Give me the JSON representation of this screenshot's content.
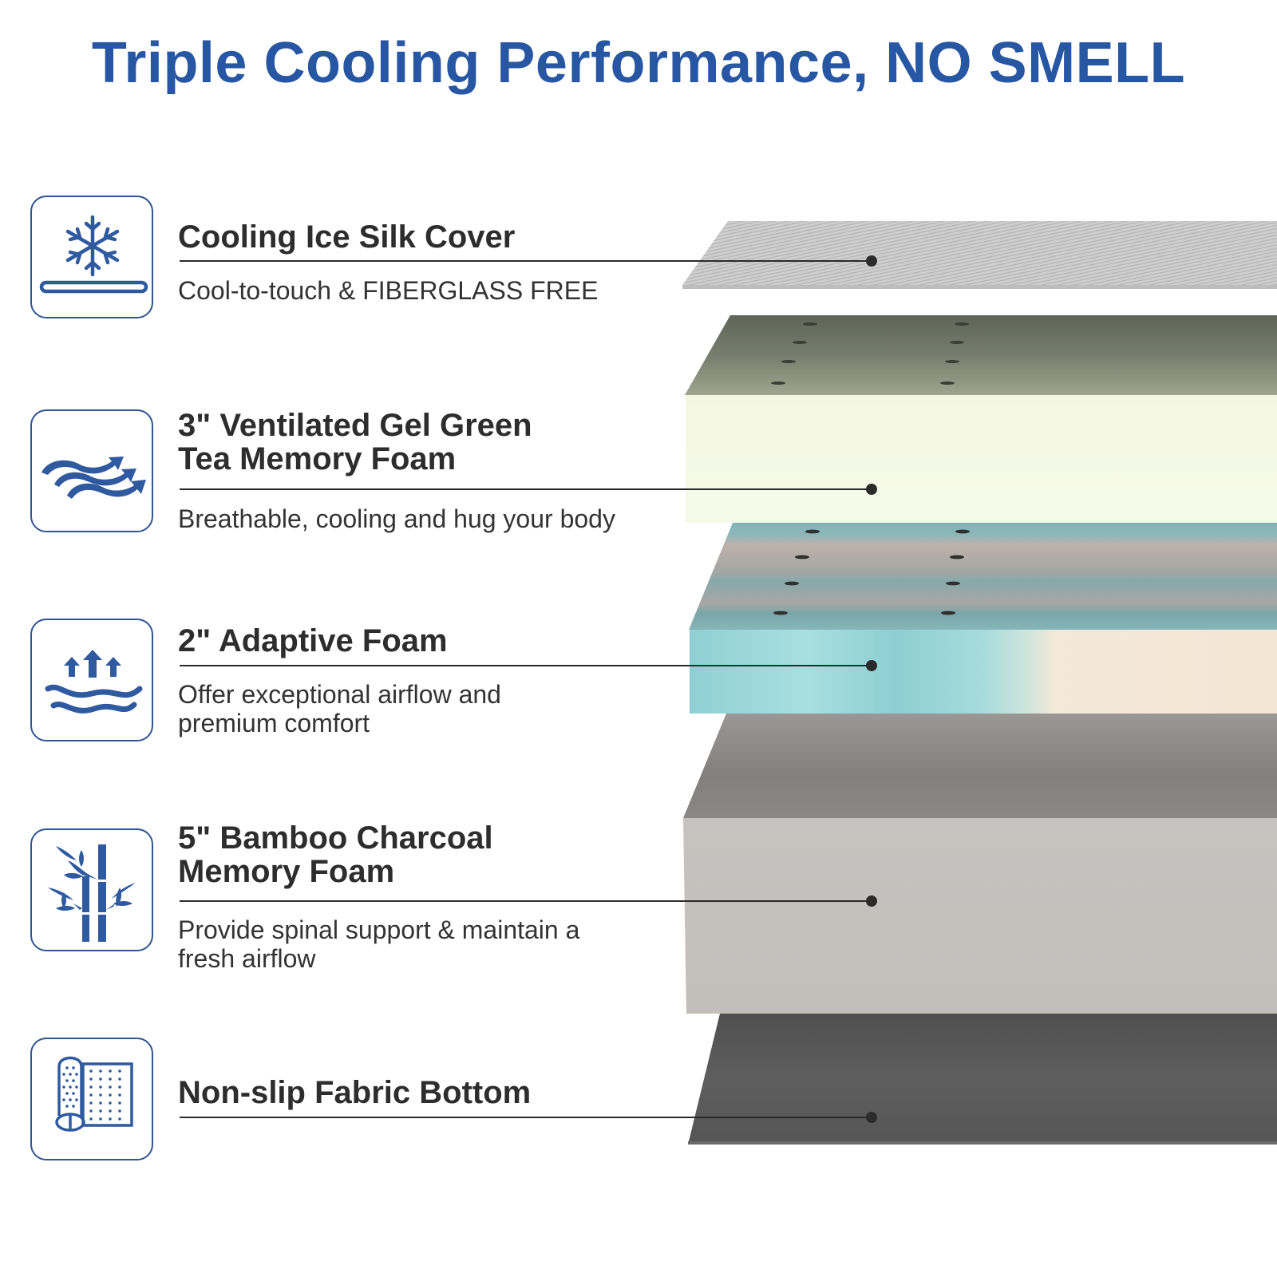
{
  "header": {
    "title": "Triple Cooling Performance, NO SMELL",
    "title_color": "#2756a3"
  },
  "layers": [
    {
      "icon": "snowflake-over-bar-icon",
      "title_lines": [
        "Cooling Ice Silk Cover"
      ],
      "desc_lines": [
        "Cool-to-touch & FIBERGLASS FREE"
      ],
      "color": "#c8c8c8"
    },
    {
      "icon": "airflow-arrows-icon",
      "title_lines": [
        "3\" Ventilated Gel Green",
        "Tea Memory Foam"
      ],
      "desc_lines": [
        "Breathable, cooling and hug your body"
      ],
      "color": "#f2f6e3"
    },
    {
      "icon": "heat-rising-waves-icon",
      "title_lines": [
        "2\" Adaptive Foam"
      ],
      "desc_lines": [
        "Offer exceptional airflow and",
        "premium comfort"
      ],
      "color": "#9fd8d8"
    },
    {
      "icon": "bamboo-icon",
      "title_lines": [
        "5\" Bamboo Charcoal",
        "Memory Foam"
      ],
      "desc_lines": [
        "Provide spinal support & maintain a",
        "fresh airflow"
      ],
      "color": "#c4c0bd"
    },
    {
      "icon": "fabric-roll-icon",
      "title_lines": [
        "Non-slip Fabric Bottom"
      ],
      "desc_lines": [],
      "color": "#5a5a5a"
    }
  ],
  "icon_color": "#2f5a9f",
  "border_color": "#2f5593"
}
